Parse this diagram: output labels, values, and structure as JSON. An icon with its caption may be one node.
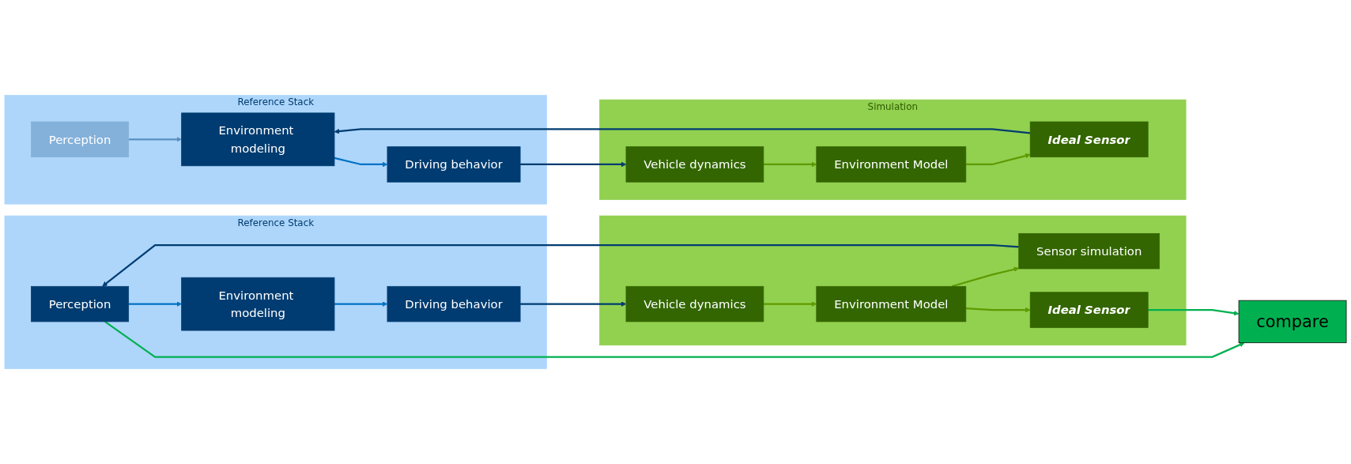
{
  "diagram": {
    "nodes": [
      {
        "text": [
          "Reference Stack"
        ]
      },
      {
        "text": [
          "Perception"
        ],
        "in": 0
      },
      {
        "text": [
          "Environment modeling"
        ],
        "in": 0
      },
      {
        "text": [
          "Driving behavior"
        ],
        "in": 0
      },
      {
        "text": [],
        "shape": "box"
      },
      {
        "text": [
          "Sensor simulation"
        ],
        "in": 4
      },
      {
        "text": [
          "Environment Model"
        ],
        "in": 4
      },
      {
        "text": [
          "Vehicle dynamics"
        ],
        "in": 4
      },
      {
        "text": [
          "Ideal Sensor"
        ],
        "in": 4
      },
      {
        "text": [
          "compare"
        ]
      },
      {
        "text": [
          "Reference Stack"
        ]
      },
      {
        "text": [
          "Perception"
        ],
        "in": 10
      },
      {
        "text": [
          "Environment modeling"
        ],
        "in": 10
      },
      {
        "text": [
          "Driving behavior"
        ],
        "in": 10
      },
      {
        "text": [
          "Simulation"
        ]
      },
      {
        "text": [
          "Ideal Sensor"
        ],
        "in": 14
      },
      {
        "text": [
          "Environment Model"
        ],
        "in": 14
      },
      {
        "text": [
          "Vehicle dynamics"
        ],
        "in": 14
      }
    ],
    "edges": [
      {
        "from": 1,
        "to": 2,
        "arrow": "to",
        "color": "#0071c5"
      },
      {
        "from": 2,
        "to": 3,
        "arrow": "to",
        "color": "#0071c5"
      },
      {
        "from": 3,
        "to": 7,
        "arrow": "to",
        "color": "#003c71"
      },
      {
        "from": 7,
        "to": 6,
        "arrow": "to",
        "color": "#5e9a00"
      },
      {
        "from": 6,
        "to": 5,
        "arrow": "to",
        "color": "#5e9a00"
      },
      {
        "from": 6,
        "to": 8,
        "arrow": "to",
        "color": "#5e9a00"
      },
      {
        "from": 5,
        "to": 1,
        "arrow": "to",
        "color": "#003c71"
      },
      {
        "from": 1,
        "to": 9,
        "arrow": "to",
        "color": "#00b050"
      },
      {
        "from": 8,
        "to": 9,
        "arrow": "to",
        "color": "#00b050"
      },
      {
        "from": 11,
        "to": 12,
        "arrow": "to",
        "color": "#5b8fc0"
      },
      {
        "from": 12,
        "to": 13,
        "arrow": "to",
        "color": "#0071c5"
      },
      {
        "from": 13,
        "to": 17,
        "arrow": "to",
        "color": "#003c71"
      },
      {
        "from": 17,
        "to": 16,
        "arrow": "to",
        "color": "#5e9a00"
      },
      {
        "from": 16,
        "to": 15,
        "arrow": "to",
        "color": "#5e9a00"
      },
      {
        "from": 15,
        "to": 12,
        "arrow": "to",
        "color": "#003c71"
      }
    ]
  }
}
